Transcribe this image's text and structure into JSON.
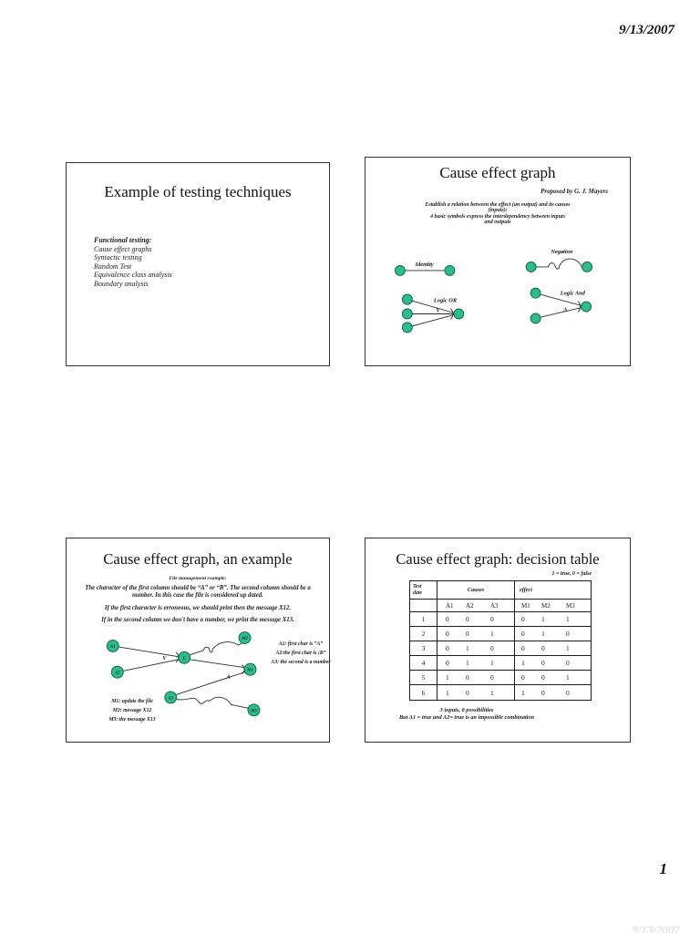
{
  "colors": {
    "node_green": "#2cbd8b",
    "line": "#2a2a2a"
  },
  "page": {
    "header_date": "9/13/2007",
    "page_number": "1",
    "footer_faint": "9/13/2007"
  },
  "slide1": {
    "title": "Example of testing techniques",
    "list_heading": "Functional testing:",
    "items": [
      "Cause effect graphs",
      "Syntactic testing",
      "Random Test",
      "Equivalence class analysis",
      "Boundary analysis"
    ]
  },
  "slide2": {
    "title": "Cause effect graph",
    "attribution": "Proposed by G. J. Mayers",
    "description": [
      "Establish a relation between the effect (an output) and its causes",
      "(inputs):",
      "4 basic symbols express the interdependency between inputs",
      "and outputs"
    ],
    "labels": {
      "identity": "Identity",
      "negation": "Negation",
      "logic_or": "Logic OR",
      "or_operator": "V",
      "logic_and": "Logic And",
      "and_operator": "A"
    }
  },
  "slide3": {
    "title": "Cause effect graph, an example",
    "subtitle": "File management example:",
    "paragraphs": [
      "The character of the first column should be “A” or “B”. The second column should be a number. In this case the file is considered up dated.",
      "If the first character is erroneous, we should print then the message X12.",
      "If in the second column we don't have a number, we print the message X13."
    ],
    "nodes": {
      "a1": "A1",
      "a2": "A2",
      "e": "E",
      "a3": "A3",
      "m1": "M1",
      "m2": "M2",
      "m3": "M3"
    },
    "or_operator": "V",
    "and_operator": "A",
    "legend_right": [
      "A1: first char is “A”",
      "A2:the first char is :B”",
      "A3: the second is a number"
    ],
    "legend_left": [
      "M1: update the file",
      "M2: message X12",
      "M3: the message X13"
    ]
  },
  "slide4": {
    "title": "Cause effect graph: decision table",
    "legend": "1 = true, 0 = false",
    "table": {
      "test_header_line1": "Test",
      "test_header_line2": "date",
      "causes_header": "Causes",
      "effect_header": "effect",
      "causes_cols": [
        "A1",
        "A2",
        "A3"
      ],
      "effect_cols": [
        "M1",
        "M2",
        "M3"
      ],
      "rows": [
        [
          "1",
          "0",
          "0",
          "0",
          "0",
          "1",
          "1"
        ],
        [
          "2",
          "0",
          "0",
          "1",
          "0",
          "1",
          "0"
        ],
        [
          "3",
          "0",
          "1",
          "0",
          "0",
          "0",
          "1"
        ],
        [
          "4",
          "0",
          "1",
          "1",
          "1",
          "0",
          "0"
        ],
        [
          "5",
          "1",
          "0",
          "0",
          "0",
          "0",
          "1"
        ],
        [
          "6",
          "1",
          "0",
          "1",
          "1",
          "0",
          "0"
        ]
      ]
    },
    "note1": "3 inputs, 8 possibilities",
    "note2": "But A1 = true and A2= true is an impossible combination"
  }
}
